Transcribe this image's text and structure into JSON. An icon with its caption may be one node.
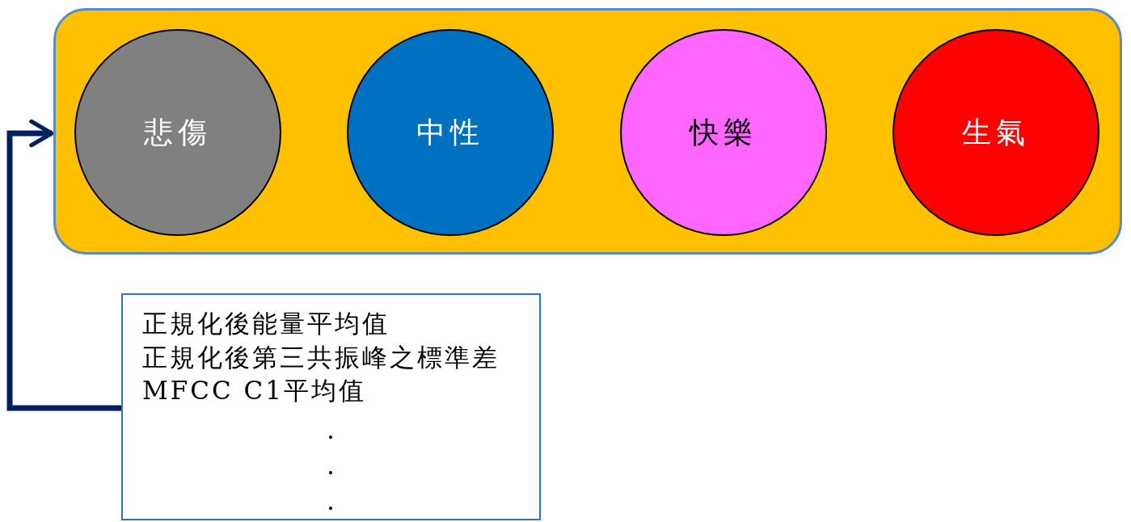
{
  "diagram": {
    "nodes": [
      {
        "text": [],
        "shape": "box"
      },
      {
        "text": [
          "悲傷"
        ],
        "in": 0
      },
      {
        "text": [
          "中性"
        ],
        "in": 0
      },
      {
        "text": [
          "快樂"
        ],
        "in": 0
      },
      {
        "text": [
          "生氣"
        ],
        "in": 0
      },
      {
        "text": [
          "正規化後能量平均值",
          "正規化後第三共振峰之標準差",
          "MFCC C1平均值",
          ".",
          ".",
          "."
        ]
      }
    ],
    "edges": [
      {
        "from": 5,
        "to": 0,
        "arrow": "to"
      }
    ]
  }
}
